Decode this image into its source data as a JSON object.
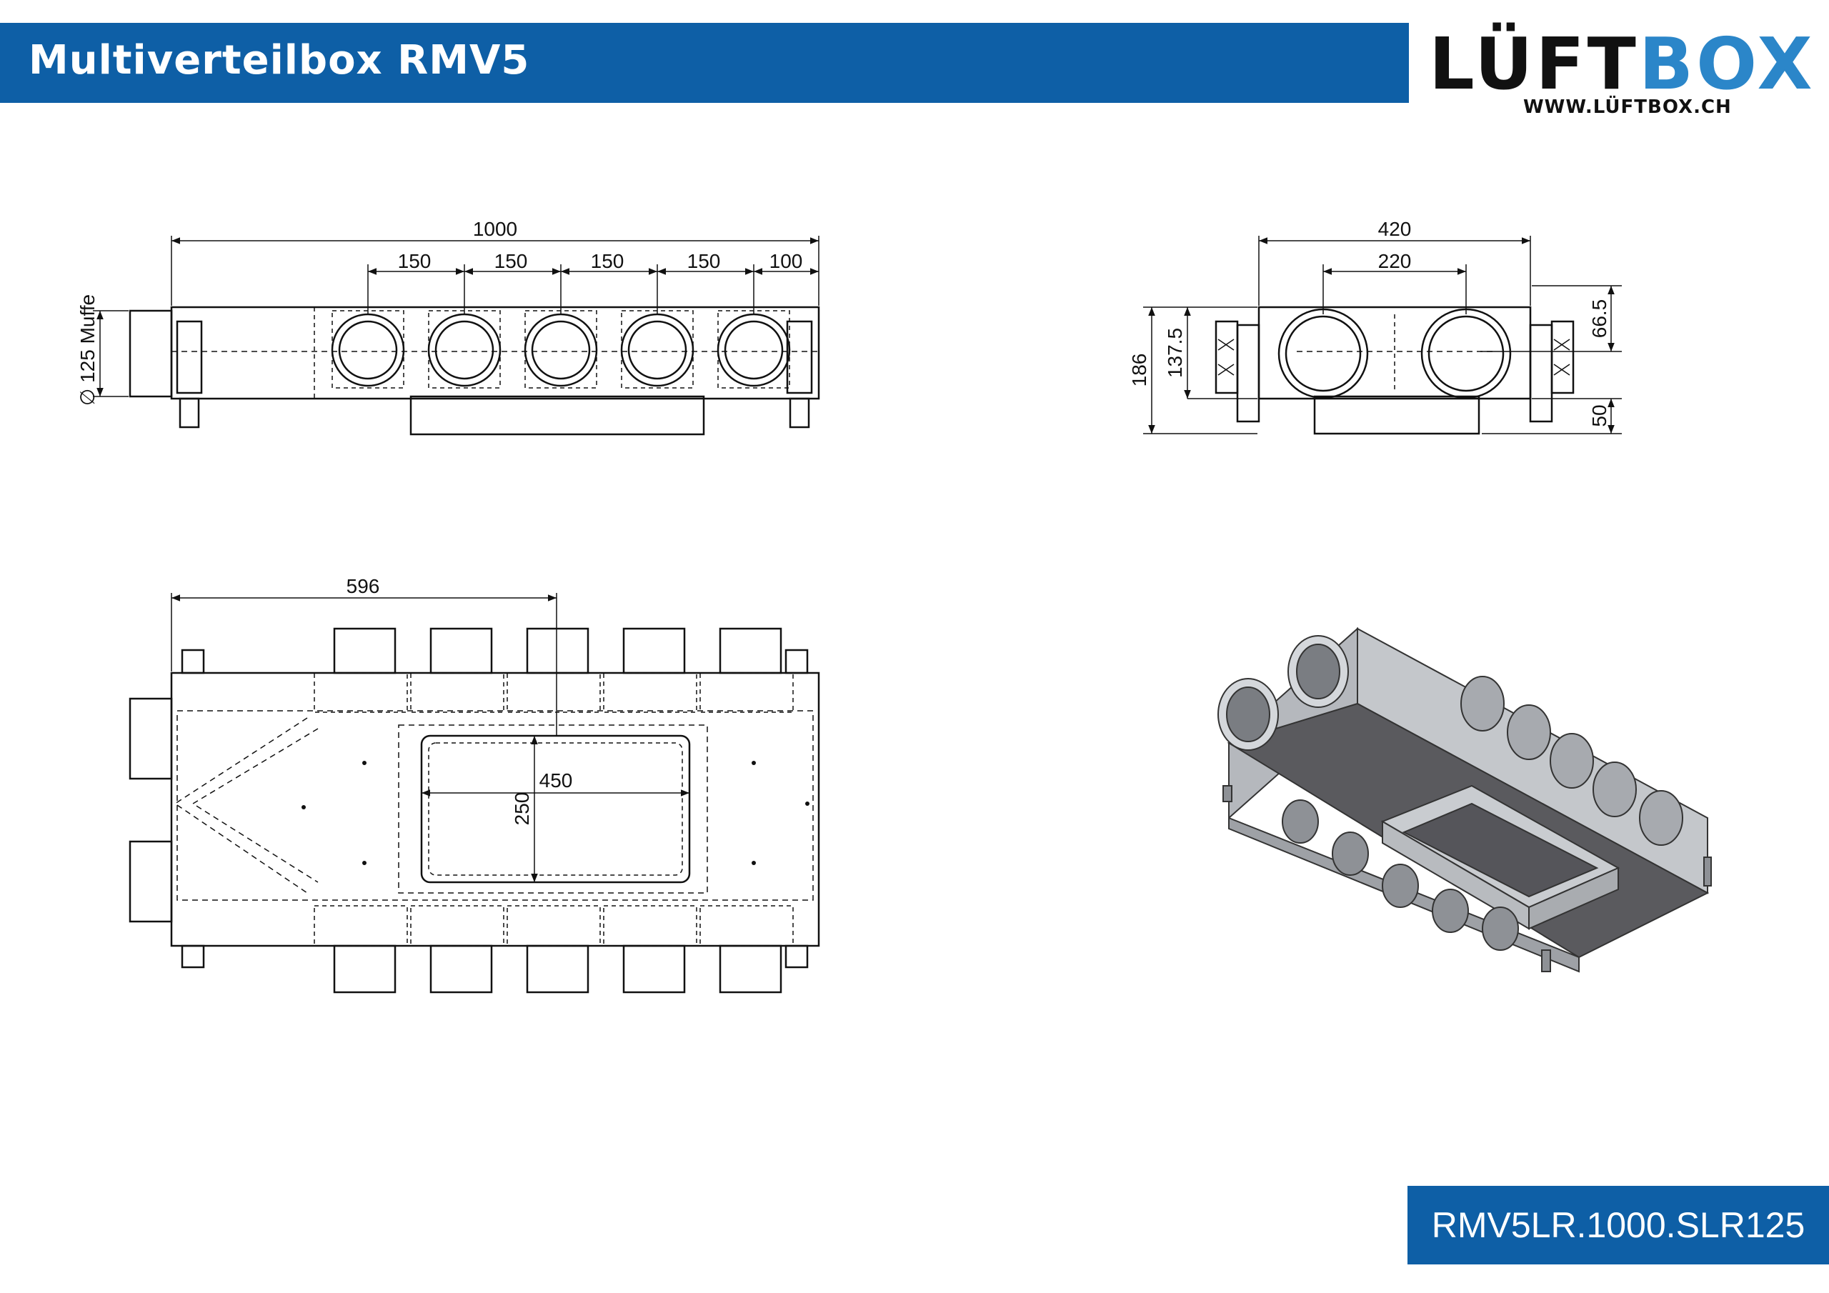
{
  "header": {
    "title": "Multiverteilbox RMV5",
    "logo": {
      "part1": "LÜFT",
      "part2": "BOX",
      "url": "WWW.LÜFTBOX.CH"
    }
  },
  "product_code": "RMV5LR.1000.SLR125",
  "dimensions": {
    "front": {
      "total": "1000",
      "spacings": [
        "150",
        "150",
        "150",
        "150",
        "100"
      ],
      "socket": "∅ 125 Muffe"
    },
    "side": {
      "width": "420",
      "inner": "220",
      "height": "186",
      "mid_height": "137.5",
      "top": "66.5",
      "base": "50"
    },
    "top": {
      "offset": "596",
      "opening_w": "450",
      "opening_h": "250"
    }
  },
  "colors": {
    "brand_blue": "#0e5fa6",
    "logo_blue": "#2b86c9",
    "iso_dark": "#5a5a5e",
    "iso_light": "#b5b8bd"
  }
}
